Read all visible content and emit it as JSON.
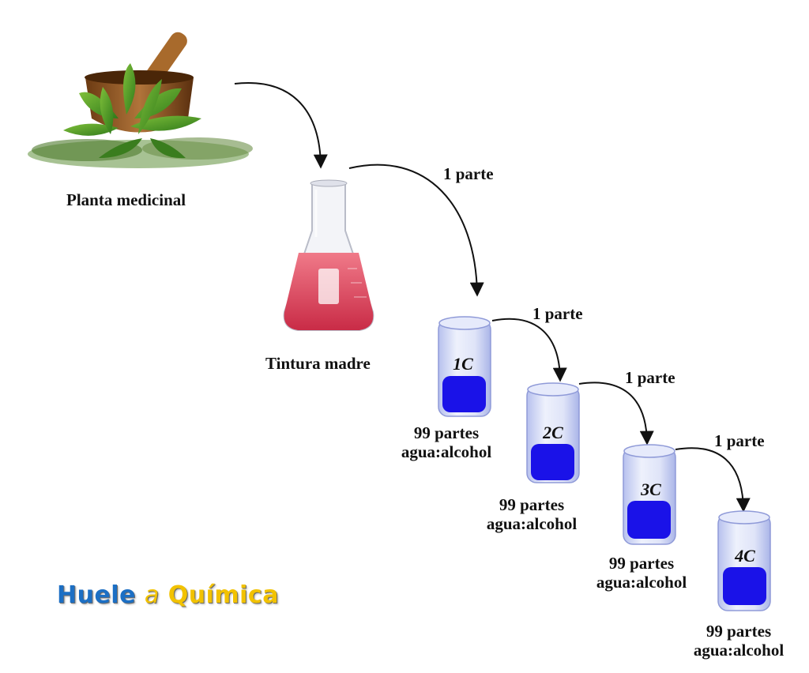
{
  "labels": {
    "planta": "Planta medicinal",
    "tintura": "Tintura madre"
  },
  "arrows": [
    {
      "label": ""
    },
    {
      "label": "1 parte"
    },
    {
      "label": "1 parte"
    },
    {
      "label": "1 parte"
    },
    {
      "label": "1 parte"
    }
  ],
  "containers": [
    {
      "name": "1C",
      "line1": "99 partes",
      "line2": "agua:alcohol"
    },
    {
      "name": "2C",
      "line1": "99 partes",
      "line2": "agua:alcohol"
    },
    {
      "name": "3C",
      "line1": "99 partes",
      "line2": "agua:alcohol"
    },
    {
      "name": "4C",
      "line1": "99 partes",
      "line2": "agua:alcohol"
    }
  ],
  "logo": {
    "word1": "Huele",
    "word2": "a",
    "word3": "Química"
  },
  "colors": {
    "liquid": "#1a12e8",
    "tincture": "#e0485e",
    "glass": "#c9d2f2",
    "logo_blue": "#1c6fc4",
    "logo_yellow": "#f2c200"
  }
}
